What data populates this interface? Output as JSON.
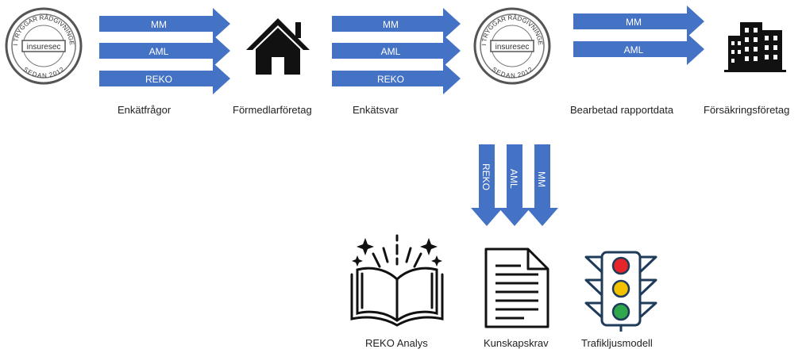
{
  "seal": {
    "top_text": "VI TRYGGAR RÅDGIVNINGEN",
    "brand": "insuresec",
    "bottom_text": "SEDAN 2012"
  },
  "flow_row_1": [
    {
      "arrows": [
        "MM",
        "AML",
        "REKO"
      ],
      "caption": "Enkätfrågor"
    },
    {
      "arrows": [
        "MM",
        "AML",
        "REKO"
      ],
      "caption": "Enkätsvar"
    },
    {
      "arrows": [
        "MM",
        "AML"
      ],
      "caption": "Bearbetad rapportdata"
    }
  ],
  "nodes": {
    "formedlar": "Förmedlarföretag",
    "forsakring": "Försäkringsföretag"
  },
  "down_arrows": [
    "REKO",
    "AML",
    "MM"
  ],
  "outputs": [
    {
      "icon": "open-book-icon",
      "label": "REKO Analys"
    },
    {
      "icon": "document-icon",
      "label": "Kunskapskrav"
    },
    {
      "icon": "traffic-light-icon",
      "label": "Trafikljusmodell"
    }
  ],
  "colors": {
    "arrow": "#4472C4",
    "icon": "#111111",
    "light_red": "#E5252A",
    "light_yellow": "#F2C200",
    "light_green": "#2EA84A"
  }
}
